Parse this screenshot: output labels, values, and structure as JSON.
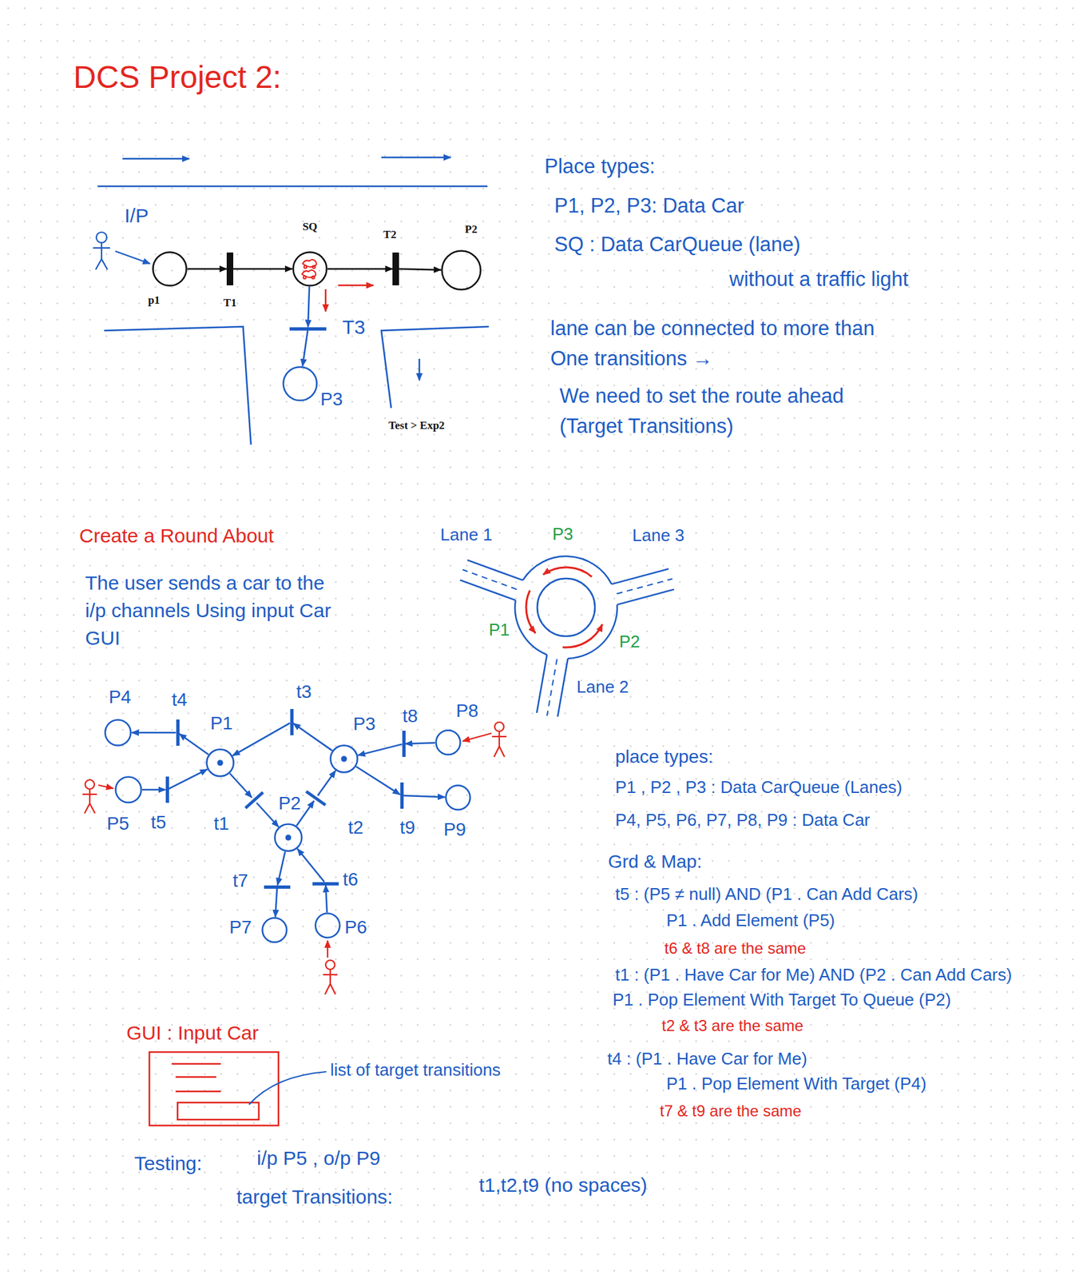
{
  "diagram": {
    "title": "DCS Project 2:",
    "nodes": [
      {
        "text": [
          "p1"
        ]
      },
      {
        "text": [
          "T1"
        ]
      },
      {
        "text": [
          "SQ"
        ]
      },
      {
        "text": [
          "T2"
        ]
      },
      {
        "text": [
          "P2"
        ]
      },
      {
        "text": [
          "T3"
        ]
      },
      {
        "text": [
          "P3"
        ]
      },
      {
        "text": [
          "P4"
        ]
      },
      {
        "text": [
          "t4"
        ]
      },
      {
        "text": [
          "P1"
        ]
      },
      {
        "text": [
          "P5"
        ]
      },
      {
        "text": [
          "t5"
        ]
      },
      {
        "text": [
          "t3"
        ]
      },
      {
        "text": [
          "P3"
        ]
      },
      {
        "text": [
          "t8"
        ]
      },
      {
        "text": [
          "P8"
        ]
      },
      {
        "text": [
          "t1"
        ]
      },
      {
        "text": [
          "P2"
        ]
      },
      {
        "text": [
          "t2"
        ]
      },
      {
        "text": [
          "t9"
        ]
      },
      {
        "text": [
          "P9"
        ]
      },
      {
        "text": [
          "t7"
        ]
      },
      {
        "text": [
          "P7"
        ]
      },
      {
        "text": [
          "t6"
        ]
      },
      {
        "text": [
          "P6"
        ]
      }
    ],
    "edges": [
      {
        "from": 0,
        "to": 1,
        "arrow": "to"
      },
      {
        "from": 1,
        "to": 2,
        "arrow": "to"
      },
      {
        "from": 2,
        "to": 3,
        "arrow": "to"
      },
      {
        "from": 3,
        "to": 4,
        "arrow": "to"
      },
      {
        "from": 2,
        "to": 5,
        "arrow": "to"
      },
      {
        "from": 5,
        "to": 6,
        "arrow": "to"
      },
      {
        "from": 9,
        "to": 8,
        "arrow": "to"
      },
      {
        "from": 8,
        "to": 7,
        "arrow": "to"
      },
      {
        "from": 10,
        "to": 11,
        "arrow": "to"
      },
      {
        "from": 11,
        "to": 9,
        "arrow": "to"
      },
      {
        "from": 13,
        "to": 12,
        "arrow": "to"
      },
      {
        "from": 12,
        "to": 9,
        "arrow": "to"
      },
      {
        "from": 9,
        "to": 16,
        "arrow": "to"
      },
      {
        "from": 16,
        "to": 17,
        "arrow": "to"
      },
      {
        "from": 17,
        "to": 18,
        "arrow": "to"
      },
      {
        "from": 18,
        "to": 13,
        "arrow": "to"
      },
      {
        "from": 15,
        "to": 14,
        "arrow": "to"
      },
      {
        "from": 14,
        "to": 13,
        "arrow": "to"
      },
      {
        "from": 13,
        "to": 19,
        "arrow": "to"
      },
      {
        "from": 19,
        "to": 20,
        "arrow": "to"
      },
      {
        "from": 17,
        "to": 21,
        "arrow": "to"
      },
      {
        "from": 21,
        "to": 22,
        "arrow": "to"
      },
      {
        "from": 24,
        "to": 23,
        "arrow": "to"
      },
      {
        "from": 23,
        "to": 17,
        "arrow": "to"
      }
    ],
    "labels": [
      "Place types:",
      "P1, P2, P3: Data Car",
      "SQ : Data CarQueue (lane)",
      "without a traffic light",
      "lane can be connected to more than One transitions →",
      "We need to set the route ahead (Target Transitions)",
      "Test > Exp2",
      "I/P",
      "Create a Round About",
      "The user sends a car to the i/p channels Using input Car GUI",
      "Lane 1",
      "P3",
      "Lane 3",
      "P1",
      "P2",
      "Lane 2",
      "place types:",
      "P1 , P2 , P3 : Data CarQueue (Lanes)",
      "P4, P5, P6, P7, P8, P9 : Data Car",
      "Grd & Map:",
      "t5 : (P5 ≠ null) AND (P1 . Can Add Cars)",
      "P1 . Add Element (P5)",
      "t6 & t8 are the same",
      "t1 : (P1 . Have Car for Me) AND (P2 . Can Add Cars)",
      "P1 . Pop Element With Target To Queue (P2)",
      "t2 & t3 are the same",
      "t4 : (P1 . Have Car for Me)",
      "P1 . Pop Element With Target (P4)",
      "t7 & t9 are the same",
      "GUI : Input Car",
      "list of target transitions",
      "Testing:",
      "i/p P5 , o/p P9",
      "target Transitions:",
      "t1,t2,t9 (no spaces)"
    ]
  }
}
